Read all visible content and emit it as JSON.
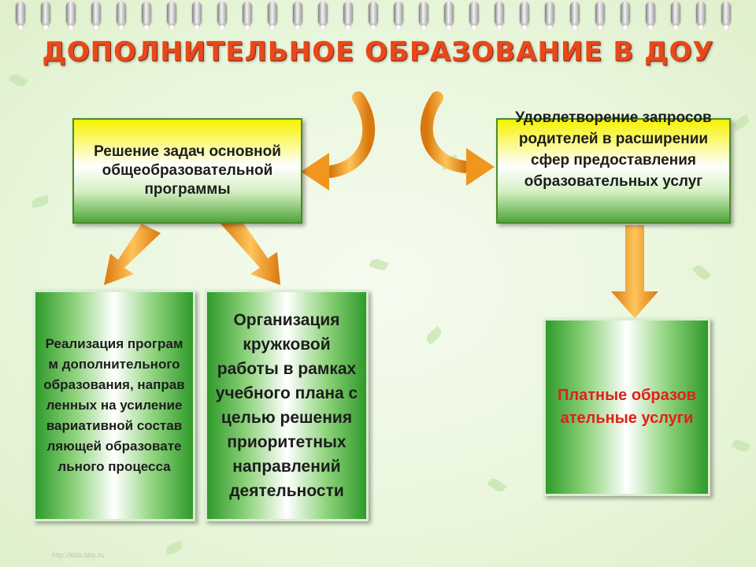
{
  "title": "ДОПОЛНИТЕЛЬНОЕ ОБРАЗОВАНИЕ В ДОУ",
  "boxes": {
    "tasks": "Решение задач основной общеобразовательной программы",
    "parents": "Удовлетворение запросов родителей в расширении сфер предоставления образовательных услуг",
    "programs": "Реализация программ дополнительного образования, направленных на усиление вариативной составляющей образовательного процесса",
    "circles": "Организация кружковой работы в рамках учебного плана с целью решения приоритетных направлений деятельности",
    "paid": "Платные образовательные услуги"
  },
  "watermark": "http://kids.bbs.ru",
  "colors": {
    "title": "#e8481a",
    "arrow": "#f5a12b",
    "paid_text": "#e0201a",
    "box_green": "#2f9a2a",
    "box_yellow": "#f6f200"
  }
}
